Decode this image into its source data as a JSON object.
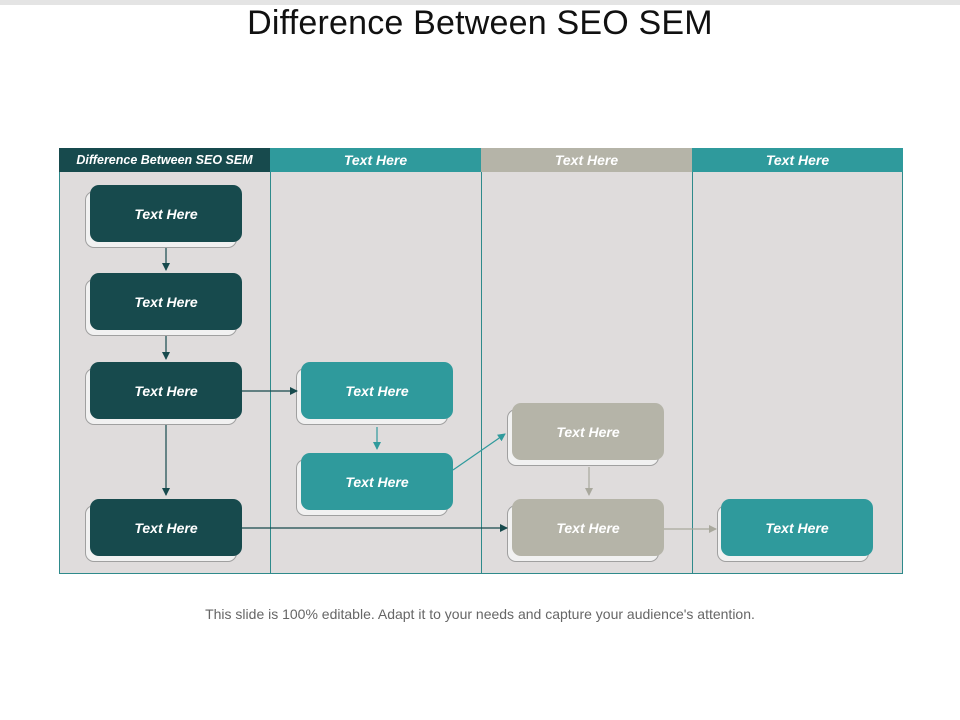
{
  "title": "Difference Between SEO SEM",
  "footer": "This slide is 100% editable. Adapt it to your needs and capture your audience's attention.",
  "lanes": [
    {
      "label": "Difference Between SEO SEM",
      "color": "#174a4d"
    },
    {
      "label": "Text Here",
      "color": "#2f9a9c"
    },
    {
      "label": "Text Here",
      "color": "#b5b4a8"
    },
    {
      "label": "Text Here",
      "color": "#2f9a9c"
    }
  ],
  "boxes": [
    {
      "id": "lane1-step1",
      "label": "Text Here",
      "lane": 1,
      "style": "dark"
    },
    {
      "id": "lane1-step2",
      "label": "Text Here",
      "lane": 1,
      "style": "dark"
    },
    {
      "id": "lane1-step3",
      "label": "Text Here",
      "lane": 1,
      "style": "dark"
    },
    {
      "id": "lane1-step4",
      "label": "Text Here",
      "lane": 1,
      "style": "dark"
    },
    {
      "id": "lane2-step1",
      "label": "Text Here",
      "lane": 2,
      "style": "teal"
    },
    {
      "id": "lane2-step2",
      "label": "Text Here",
      "lane": 2,
      "style": "teal"
    },
    {
      "id": "lane3-step1",
      "label": "Text Here",
      "lane": 3,
      "style": "gray"
    },
    {
      "id": "lane3-step2",
      "label": "Text Here",
      "lane": 3,
      "style": "gray"
    },
    {
      "id": "lane4-step1",
      "label": "Text Here",
      "lane": 4,
      "style": "teal"
    }
  ],
  "colors": {
    "dark": "#174a4d",
    "teal": "#2f9a9c",
    "gray": "#b5b4a8",
    "lane_background": "#dfdcdc"
  }
}
